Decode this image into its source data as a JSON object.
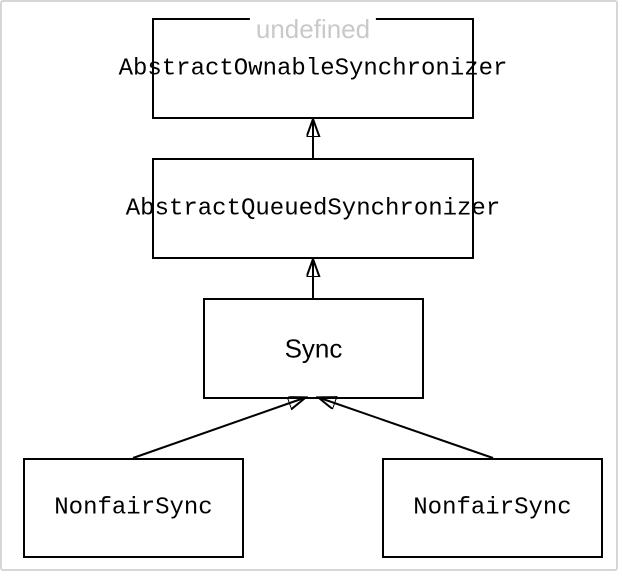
{
  "diagram": {
    "watermark_label": "undefined",
    "nodes": [
      {
        "label": "AbstractOwnableSynchronizer"
      },
      {
        "label": "AbstractQueuedSynchronizer"
      },
      {
        "label": "Sync"
      },
      {
        "label": "NonfairSync"
      },
      {
        "label": "NonfairSync"
      }
    ],
    "edges": [
      {
        "from": "AbstractQueuedSynchronizer",
        "to": "AbstractOwnableSynchronizer",
        "style": "solid-filled-arrow-up"
      },
      {
        "from": "Sync",
        "to": "AbstractQueuedSynchronizer",
        "style": "solid-filled-arrow-up"
      },
      {
        "from": "NonfairSync (left)",
        "to": "Sync",
        "style": "solid-filled-arrow-up"
      },
      {
        "from": "NonfairSync (right)",
        "to": "Sync",
        "style": "solid-filled-arrow-up"
      }
    ],
    "colors": {
      "background": "#ffffff",
      "frame_border": "#d6d6d6",
      "node_border": "#000000",
      "node_text": "#000000",
      "watermark": "#c9c9c9",
      "arrow": "#000000"
    }
  }
}
